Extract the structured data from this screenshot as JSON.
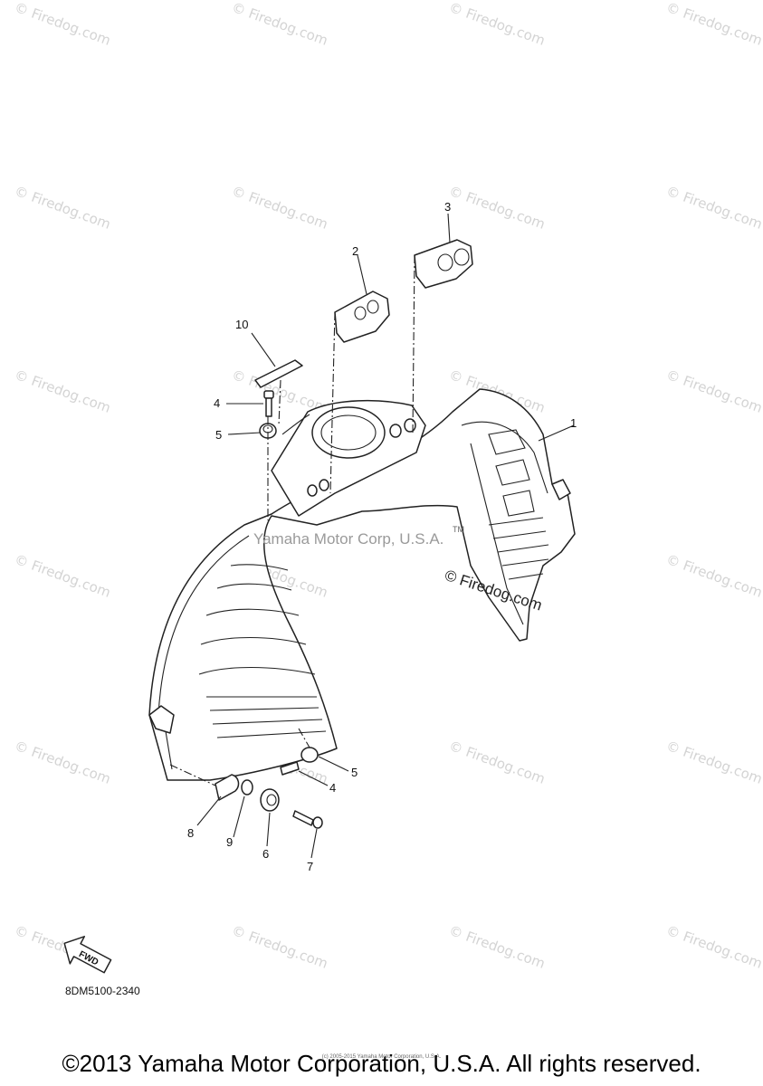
{
  "watermark_text": "© Firedog.com",
  "center_watermark": {
    "overlay_text": "Yamaha Motor Corp, U.S.A.",
    "tm": "TM",
    "firedog": "© Firedog.com"
  },
  "callouts": {
    "c1": "1",
    "c2": "2",
    "c3": "3",
    "c4a": "4",
    "c4b": "4",
    "c5a": "5",
    "c5b": "5",
    "c6": "6",
    "c7": "7",
    "c8": "8",
    "c9": "9",
    "c10": "10"
  },
  "fwd_label": "FWD",
  "diagram_code": "8DM5100-2340",
  "small_copyright": "(c) 2005-2015 Yamaha Motor Corporation, U.S.A.",
  "copyright": "©2013 Yamaha Motor Corporation, U.S.A. All rights reserved.",
  "colors": {
    "watermark": "#d4d4d4",
    "line": "#222222",
    "background": "#ffffff"
  }
}
